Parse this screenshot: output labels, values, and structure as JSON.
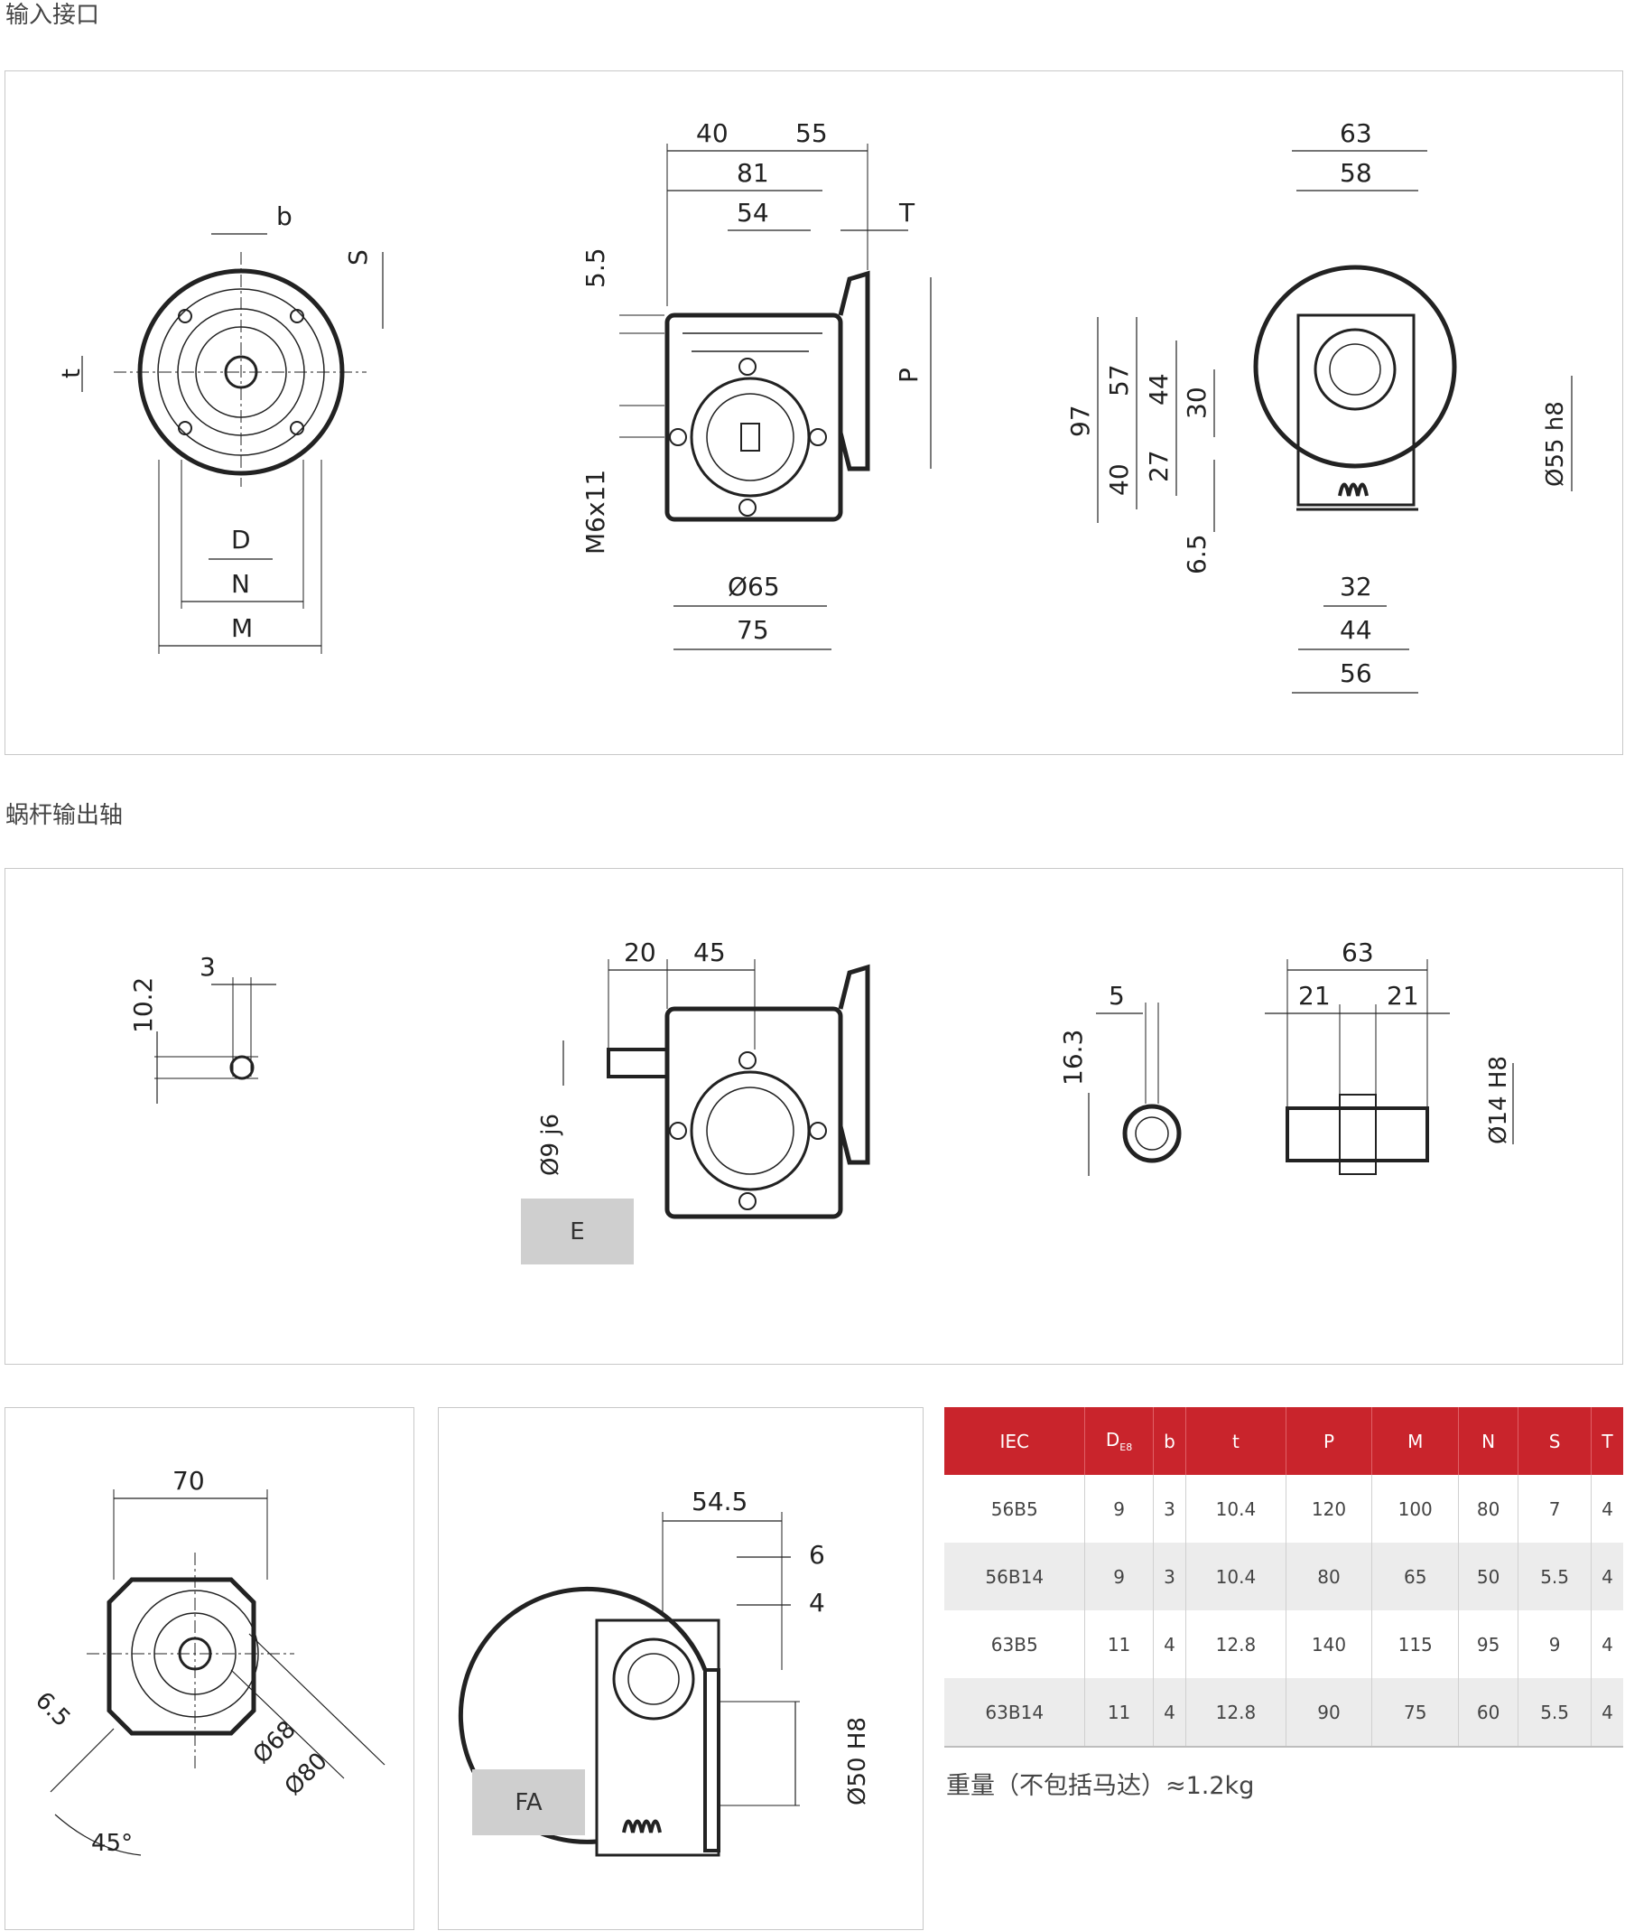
{
  "sections": {
    "input_interface": "输入接口",
    "worm_output_shaft": "蜗杆输出轴"
  },
  "drawings": {
    "input_front": {
      "b": "b",
      "S": "S",
      "t": "t",
      "D": "D",
      "N": "N",
      "M": "M"
    },
    "input_side": {
      "d40": "40",
      "d55": "55",
      "d81": "81",
      "d54": "54",
      "T": "T",
      "d55b": "5.5",
      "P": "P",
      "thread": "M6x11",
      "d65": "Ø65",
      "d75": "75"
    },
    "input_right": {
      "d63": "63",
      "d58": "58",
      "d97": "97",
      "d57": "57",
      "d44": "44",
      "d30": "30",
      "d40": "40",
      "d27": "27",
      "d65": "6.5",
      "d55h8": "Ø55 h8",
      "d32": "32",
      "d44b": "44",
      "d56": "56"
    },
    "shaft_key": {
      "d102": "10.2",
      "d3": "3"
    },
    "shaft_side": {
      "d20": "20",
      "d45": "45",
      "d9j6": "Ø9 j6",
      "tag": "E"
    },
    "shaft_end": {
      "d163": "16.3",
      "d5": "5"
    },
    "shaft_top": {
      "d63": "63",
      "d21a": "21",
      "d21b": "21",
      "d14h8": "Ø14 H8"
    },
    "flange": {
      "d70": "70",
      "d65": "6.5",
      "d68": "Ø68",
      "d80": "Ø80",
      "a45": "45°"
    },
    "fa": {
      "d545": "54.5",
      "d6": "6",
      "d4": "4",
      "d50h8": "Ø50 H8",
      "tag": "FA"
    }
  },
  "table": {
    "headers": [
      "IEC",
      "D",
      "b",
      "t",
      "P",
      "M",
      "N",
      "S",
      "T"
    ],
    "d_sub": "E8",
    "rows": [
      [
        "56B5",
        "9",
        "3",
        "10.4",
        "120",
        "100",
        "80",
        "7",
        "4"
      ],
      [
        "56B14",
        "9",
        "3",
        "10.4",
        "80",
        "65",
        "50",
        "5.5",
        "4"
      ],
      [
        "63B5",
        "11",
        "4",
        "12.8",
        "140",
        "115",
        "95",
        "9",
        "4"
      ],
      [
        "63B14",
        "11",
        "4",
        "12.8",
        "90",
        "75",
        "60",
        "5.5",
        "4"
      ]
    ]
  },
  "weight_note": "重量（不包括马达）≈1.2kg",
  "colors": {
    "table_header": "#c9242c",
    "tag_bg": "#cfcfcf",
    "panel_border": "#c8c8c8"
  }
}
